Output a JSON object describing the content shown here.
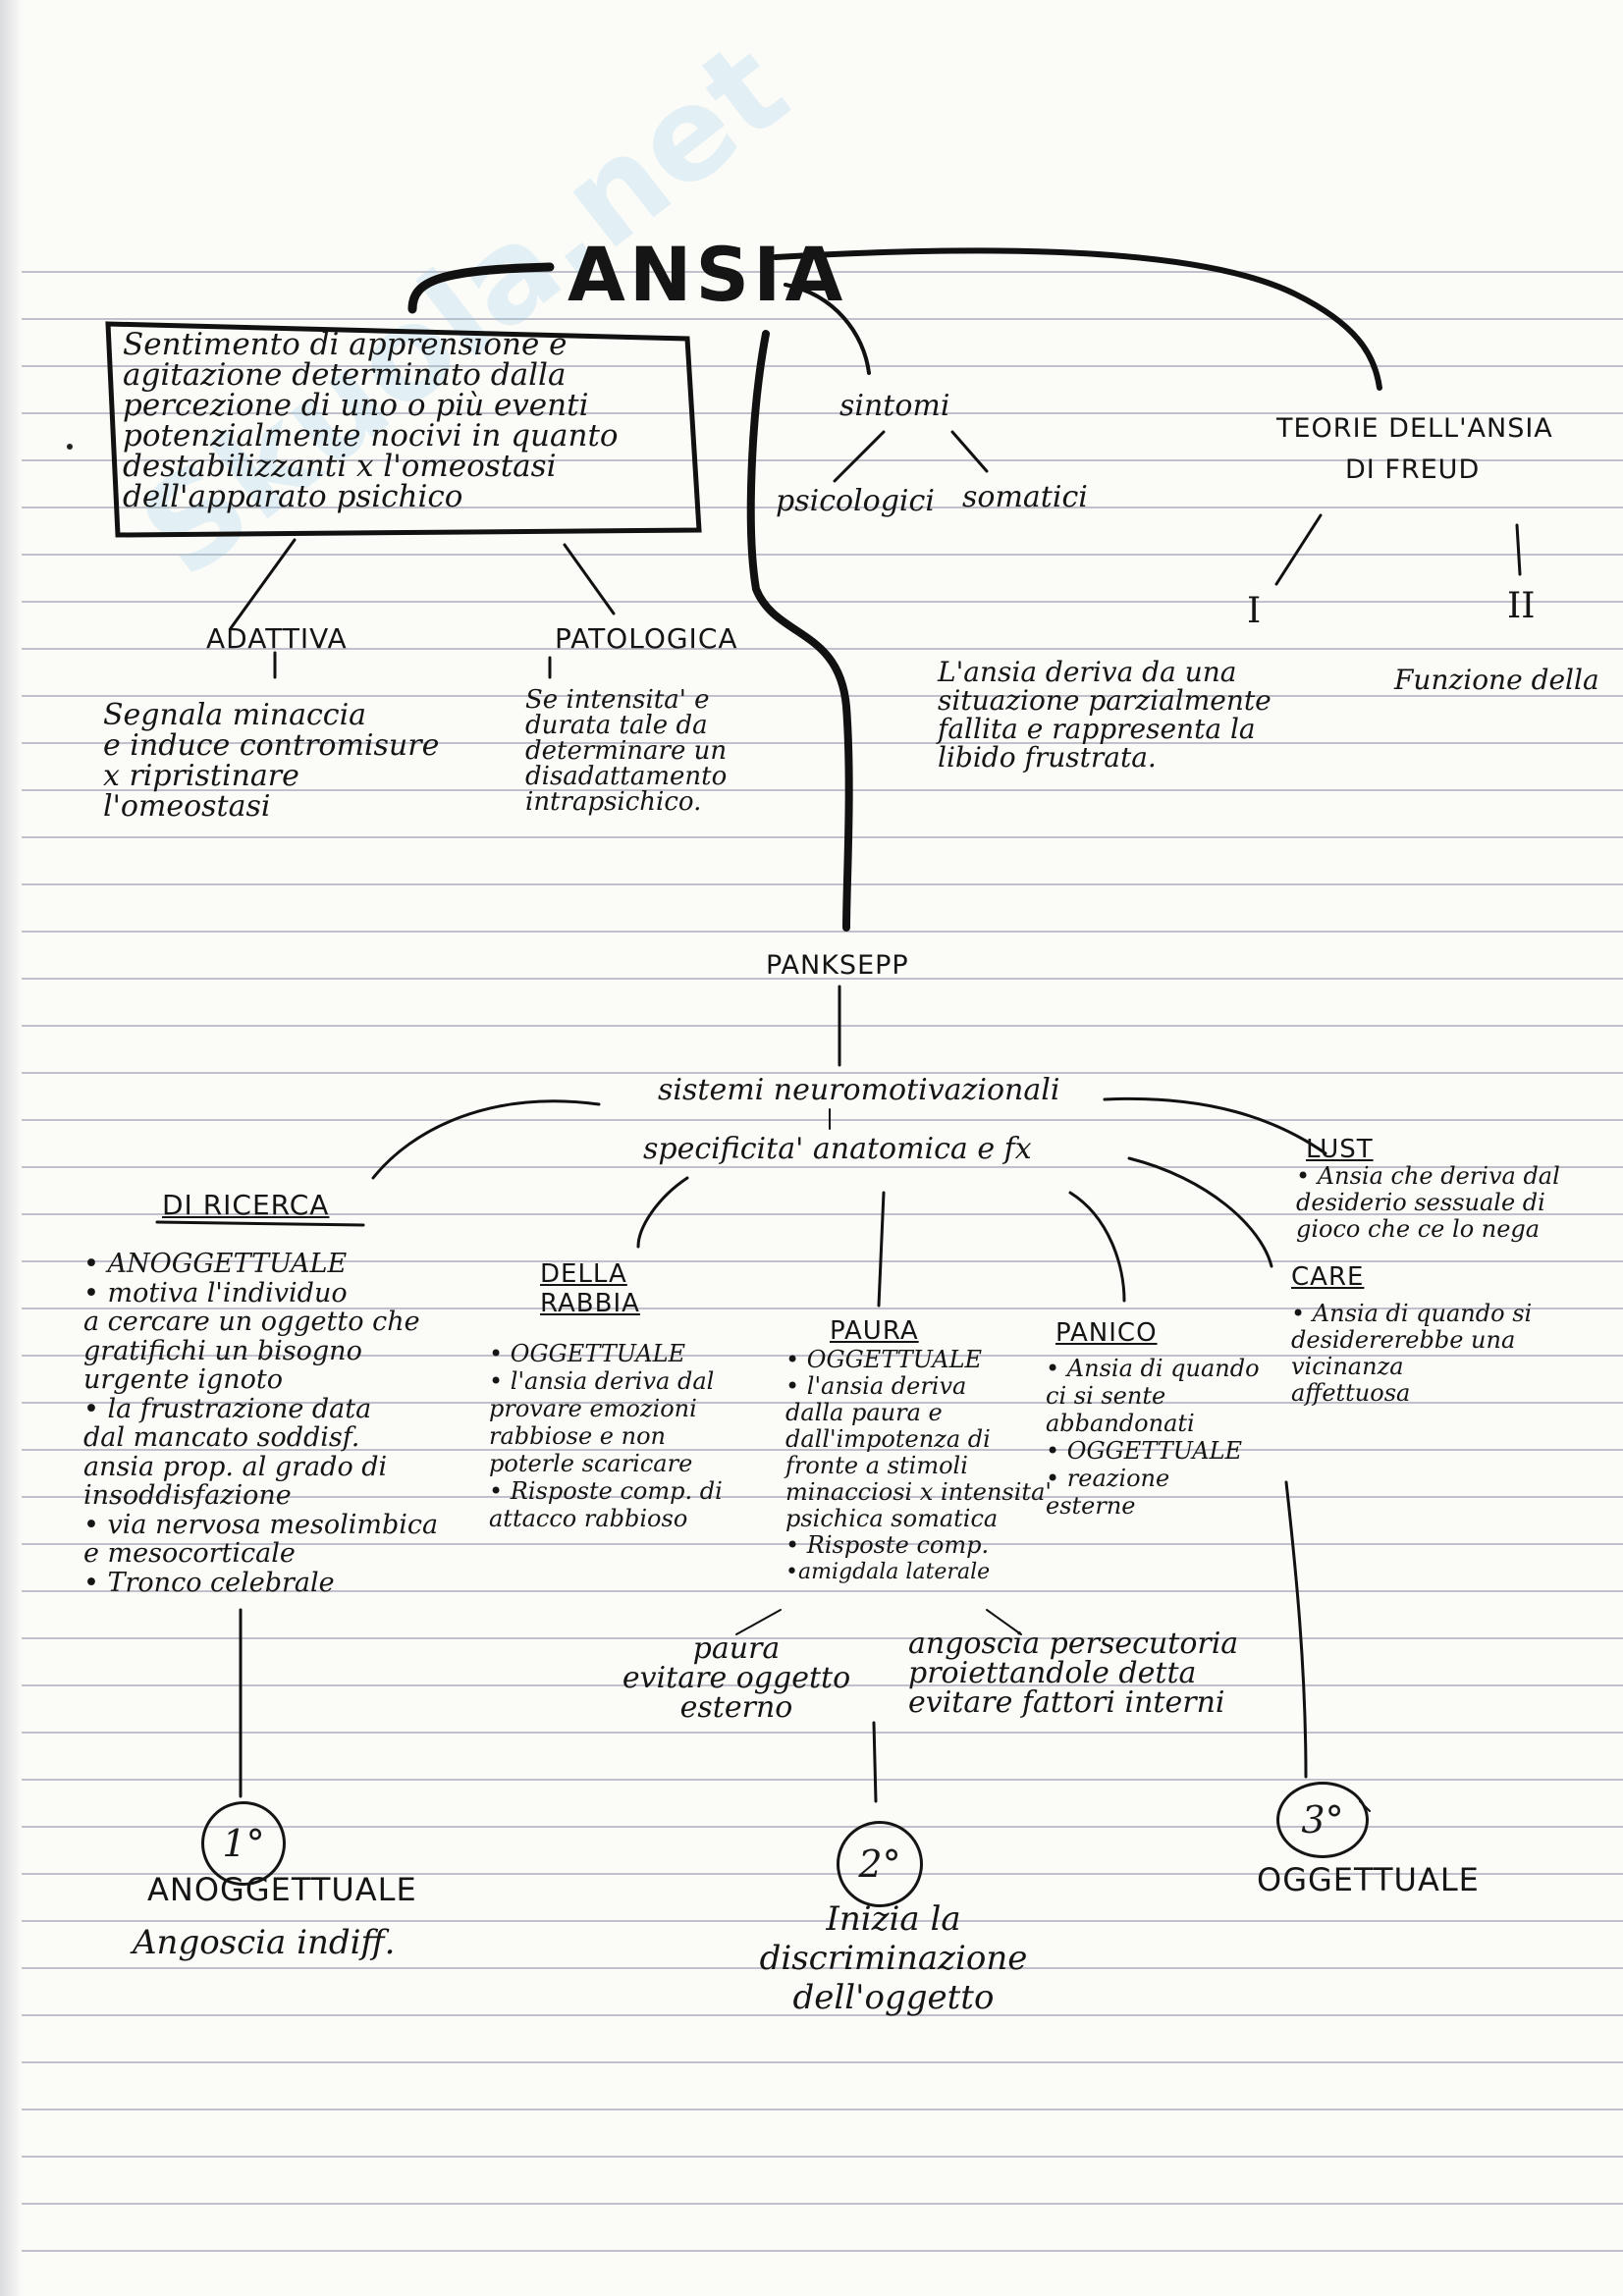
{
  "title": "ANSIA",
  "definition": [
    "Sentimento di apprensione e",
    "agitazione determinato dalla",
    "percezione di uno o più eventi",
    "potenzialmente nocivi in quanto",
    "destabilizzanti x l'omeostasi",
    "dell'apparato psichico"
  ],
  "adattiva": {
    "label": "ADATTIVA",
    "text": [
      "Segnala minaccia",
      "e induce contromisure",
      "x ripristinare",
      "l'omeostasi"
    ]
  },
  "patologica": {
    "label": "PATOLOGICA",
    "text": [
      "Se intensita' e",
      "durata tale da",
      "determinare un",
      "disadattamento",
      "intrapsichico."
    ]
  },
  "sintomi": {
    "label": "sintomi",
    "psicologici": "psicologici",
    "somatici": "somatici"
  },
  "teorie": {
    "label": [
      "TEORIE DELL'ANSIA",
      "DI FREUD"
    ],
    "one": "I",
    "two": "II",
    "one_text": [
      "L'ansia deriva da una",
      "situazione parzialmente",
      "fallita e rappresenta la",
      "libido frustrata."
    ],
    "two_text": "Funzione della"
  },
  "panksepp": "PANKSEPP",
  "sistemi": "sistemi neuromotivazionali",
  "specificita": "specificita' anatomica e fx",
  "ricerca": {
    "label": "DI RICERCA",
    "items": [
      "• ANOGGETTUALE",
      "• motiva l'individuo",
      "a cercare un oggetto che",
      "gratifichi un bisogno",
      "urgente ignoto",
      "• la frustrazione data",
      "dal mancato soddisf.",
      "ansia prop. al grado di",
      "insoddisfazione",
      "• via nervosa mesolimbica",
      "e mesocorticale",
      "• Tronco celebrale"
    ]
  },
  "rabbia": {
    "label": "DELLA RABBIA",
    "items": [
      "• OGGETTUALE",
      "• l'ansia deriva dal",
      "provare emozioni",
      "rabbiose e non",
      "poterle scaricare",
      "• Risposte comp. di",
      "attacco rabbioso"
    ]
  },
  "paura": {
    "label": "PAURA",
    "items": [
      "• OGGETTUALE",
      "• l'ansia deriva",
      "dalla paura e",
      "dall'impotenza di",
      "fronte a stimoli",
      "minacciosi x intensita'",
      "psichica somatica",
      "• Risposte comp.",
      "•amigdala laterale"
    ]
  },
  "panico": {
    "label": "PANICO",
    "items": [
      "• Ansia di quando",
      "ci si sente",
      "abbandonati",
      "• OGGETTUALE",
      "• reazione",
      "esterne"
    ]
  },
  "lust": {
    "label": "LUST",
    "items": [
      "• Ansia che deriva dal",
      "desiderio sessuale di",
      "gioco che ce lo nega"
    ],
    "care_label": "CARE",
    "care_items": [
      "• Ansia di quando si",
      "desidererebbe una",
      "vicinanza",
      "affettuosa"
    ]
  },
  "paura_split": {
    "left": [
      "paura",
      "evitare oggetto",
      "esterno"
    ],
    "right": [
      "angoscia persecutoria",
      "proiettandole detta",
      "evitare fattori interni"
    ]
  },
  "stages": [
    {
      "num": "1°",
      "label": "ANOGGETTUALE",
      "sub": [
        "Angoscia indiff."
      ]
    },
    {
      "num": "2°",
      "label": "",
      "sub": [
        "Inizia la",
        "discriminazione",
        "dell'oggetto"
      ]
    },
    {
      "num": "3°",
      "label": "OGGETTUALE",
      "sub": []
    }
  ],
  "watermark": "Skuola.net"
}
